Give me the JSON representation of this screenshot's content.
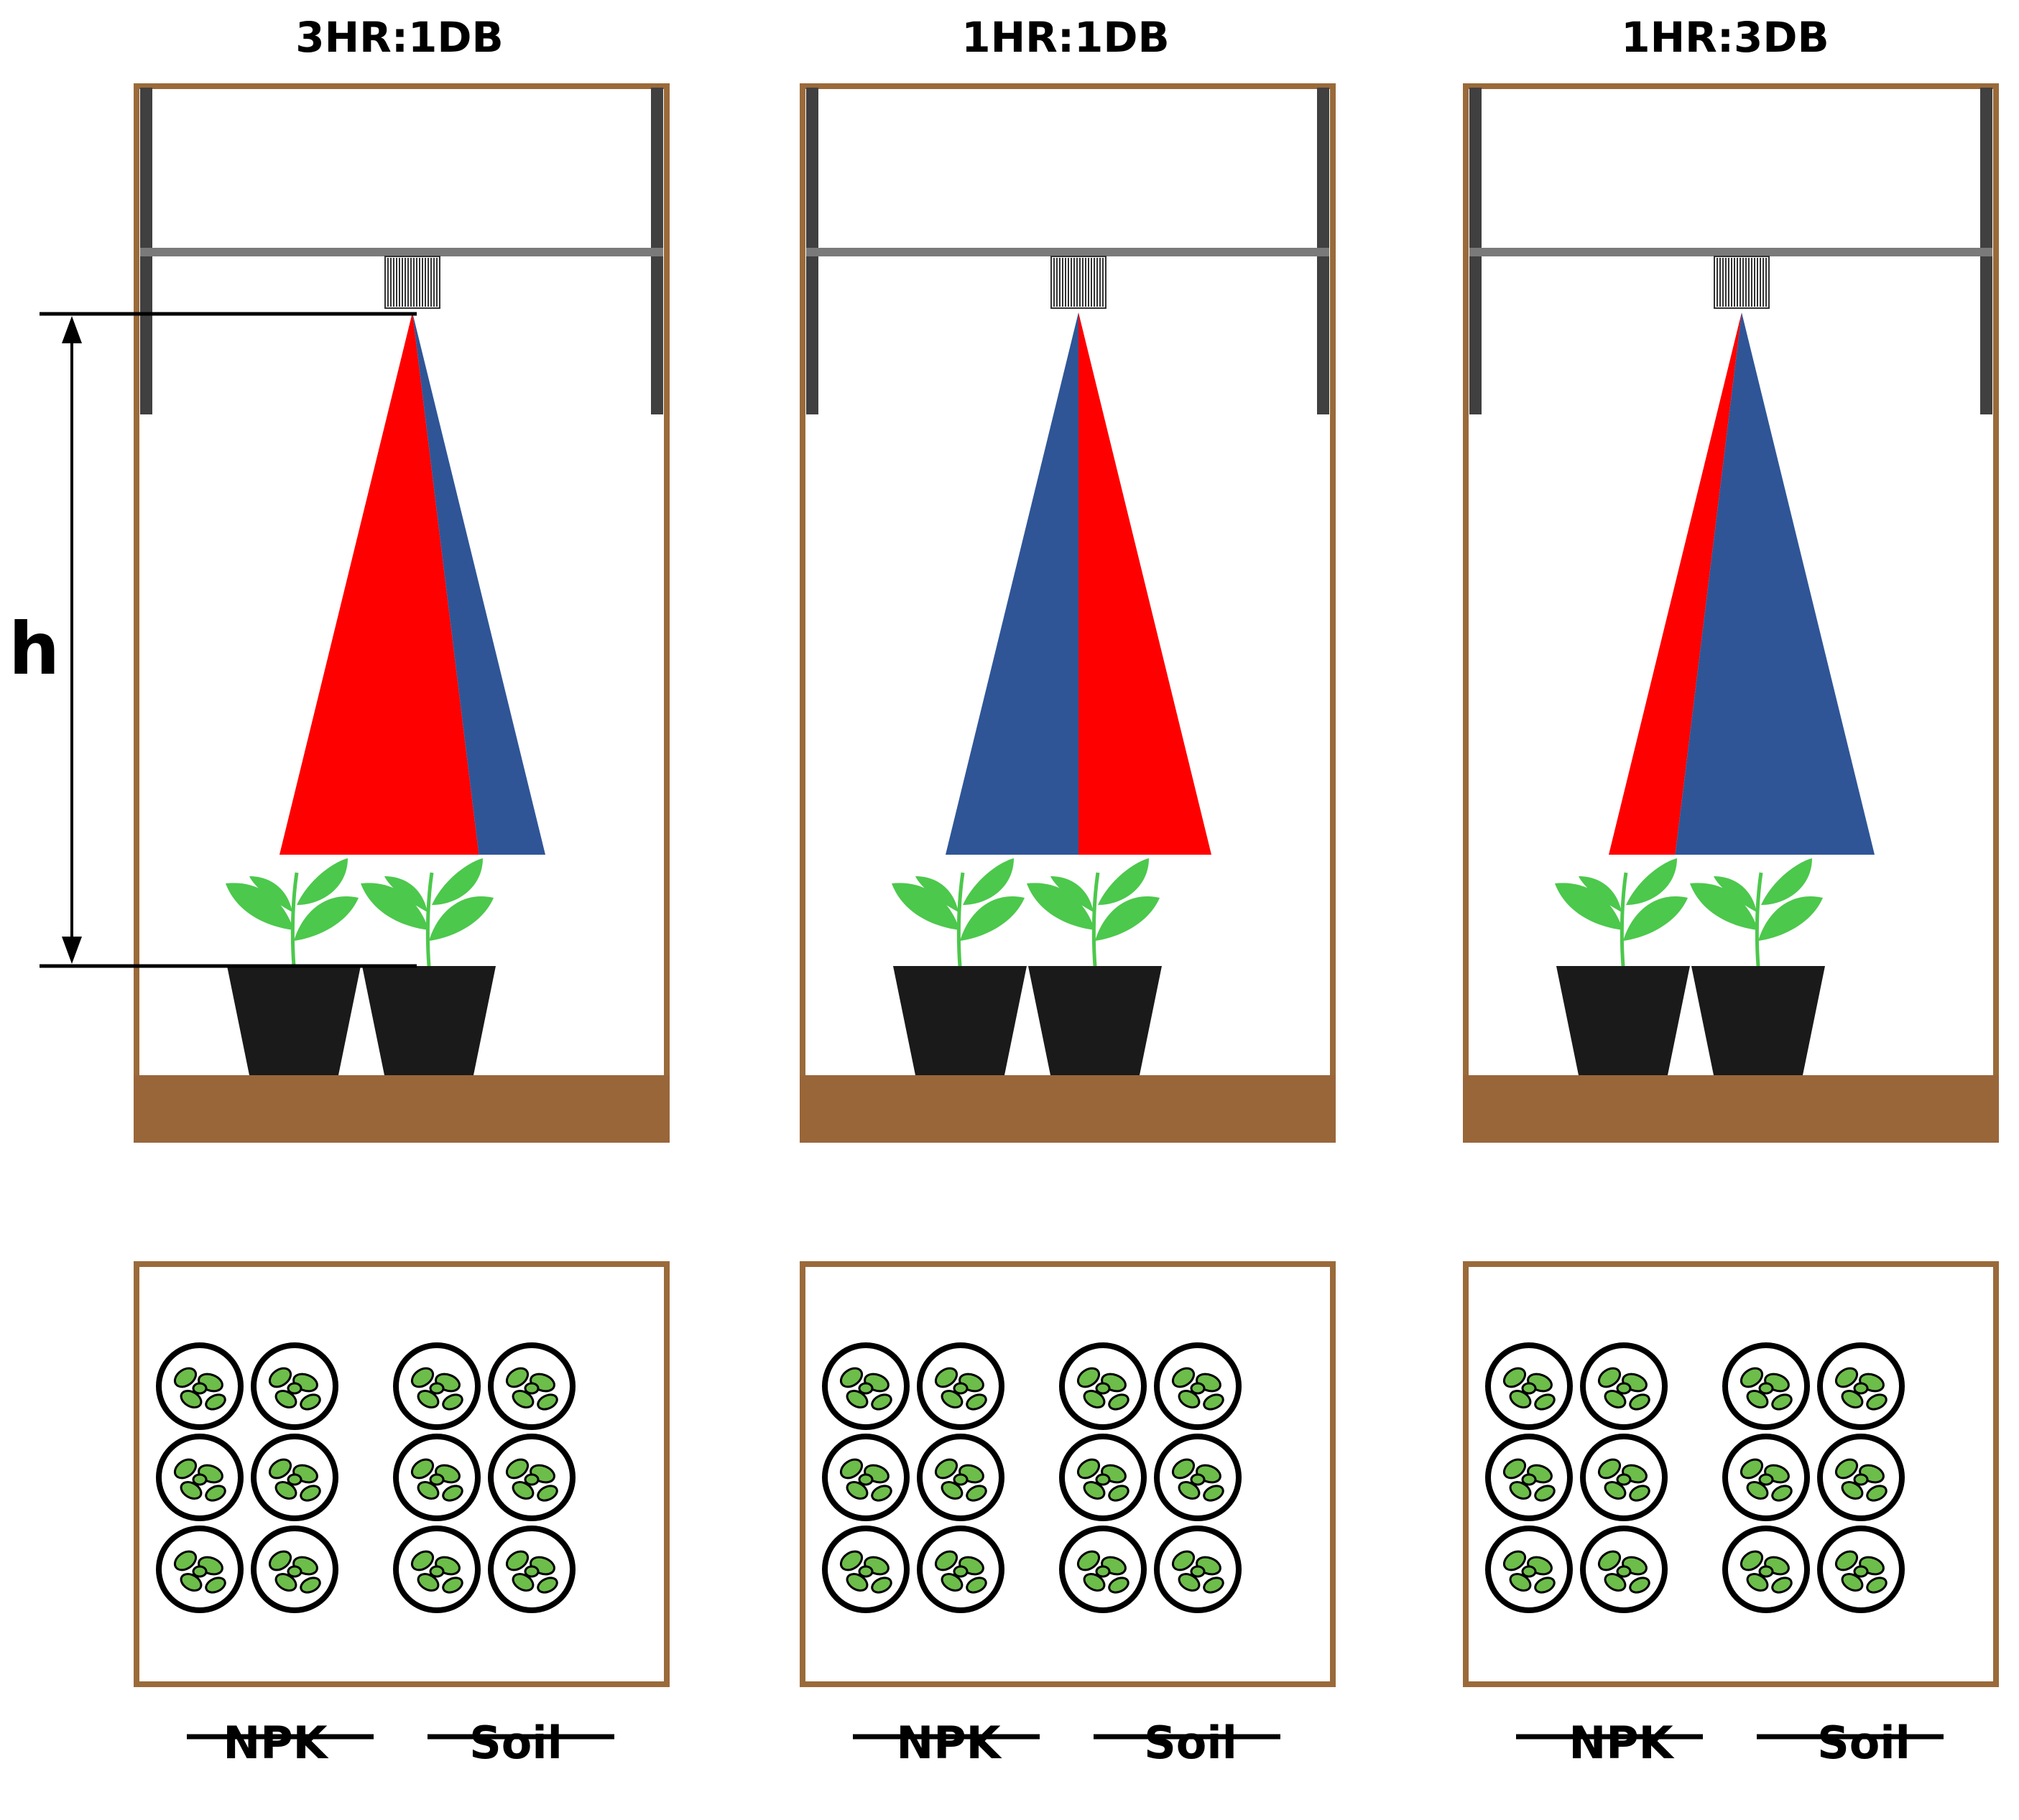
{
  "height_label": "h",
  "colors": {
    "red_light": "#ff0000",
    "blue_light": "#2f5597",
    "frame": "#9a6a3a",
    "base": "#99663a",
    "pot": "#1a1a1a",
    "leaf": "#4cc84c",
    "leaf_top": "#6dbd4a",
    "rack": "#7a7a7a",
    "post": "#404040"
  },
  "panels": [
    {
      "title": "3HR:1DB",
      "red_share": 0.75,
      "blue_share": 0.25,
      "left_color": "red",
      "groups": [
        "NPK",
        "Soil"
      ]
    },
    {
      "title": "1HR:1DB",
      "red_share": 0.5,
      "blue_share": 0.5,
      "left_color": "blue",
      "groups": [
        "NPK",
        "Soil"
      ]
    },
    {
      "title": "1HR:3DB",
      "red_share": 0.25,
      "blue_share": 0.75,
      "left_color": "red",
      "groups": [
        "NPK",
        "Soil"
      ]
    }
  ]
}
